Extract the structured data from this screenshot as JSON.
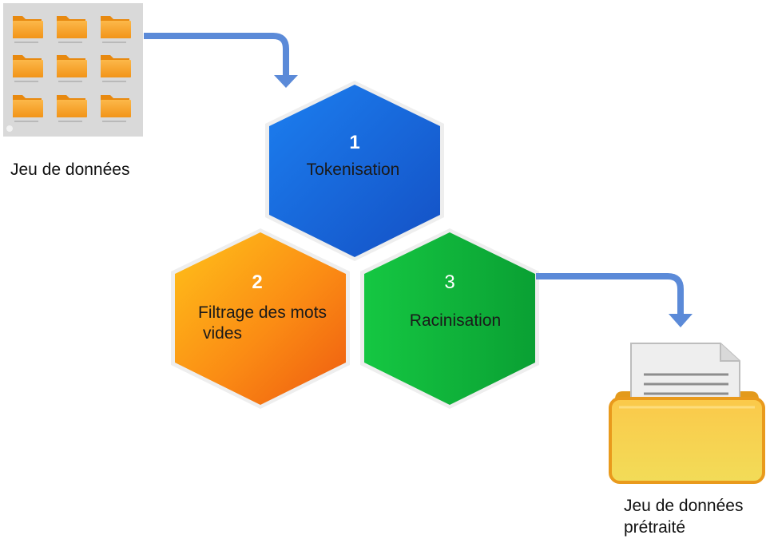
{
  "source_label": "Jeu de données",
  "steps": [
    {
      "number": "1",
      "label": "Tokenisation"
    },
    {
      "number": "2",
      "label_line1": "Filtrage des mots",
      "label_line2": "vides"
    },
    {
      "number": "3",
      "label": "Racinisation"
    }
  ],
  "output_label_line1": "Jeu de données",
  "output_label_line2": "prétraité",
  "colors": {
    "arrow": "#5b8ad8",
    "step1": "#1565d8",
    "step2": "#f58a12",
    "step3": "#0fb33a",
    "folder": "#f7a21b",
    "panel": "#d9d9d9"
  },
  "icons": {
    "source": "folder-grid-icon",
    "output": "document-folder-icon"
  }
}
